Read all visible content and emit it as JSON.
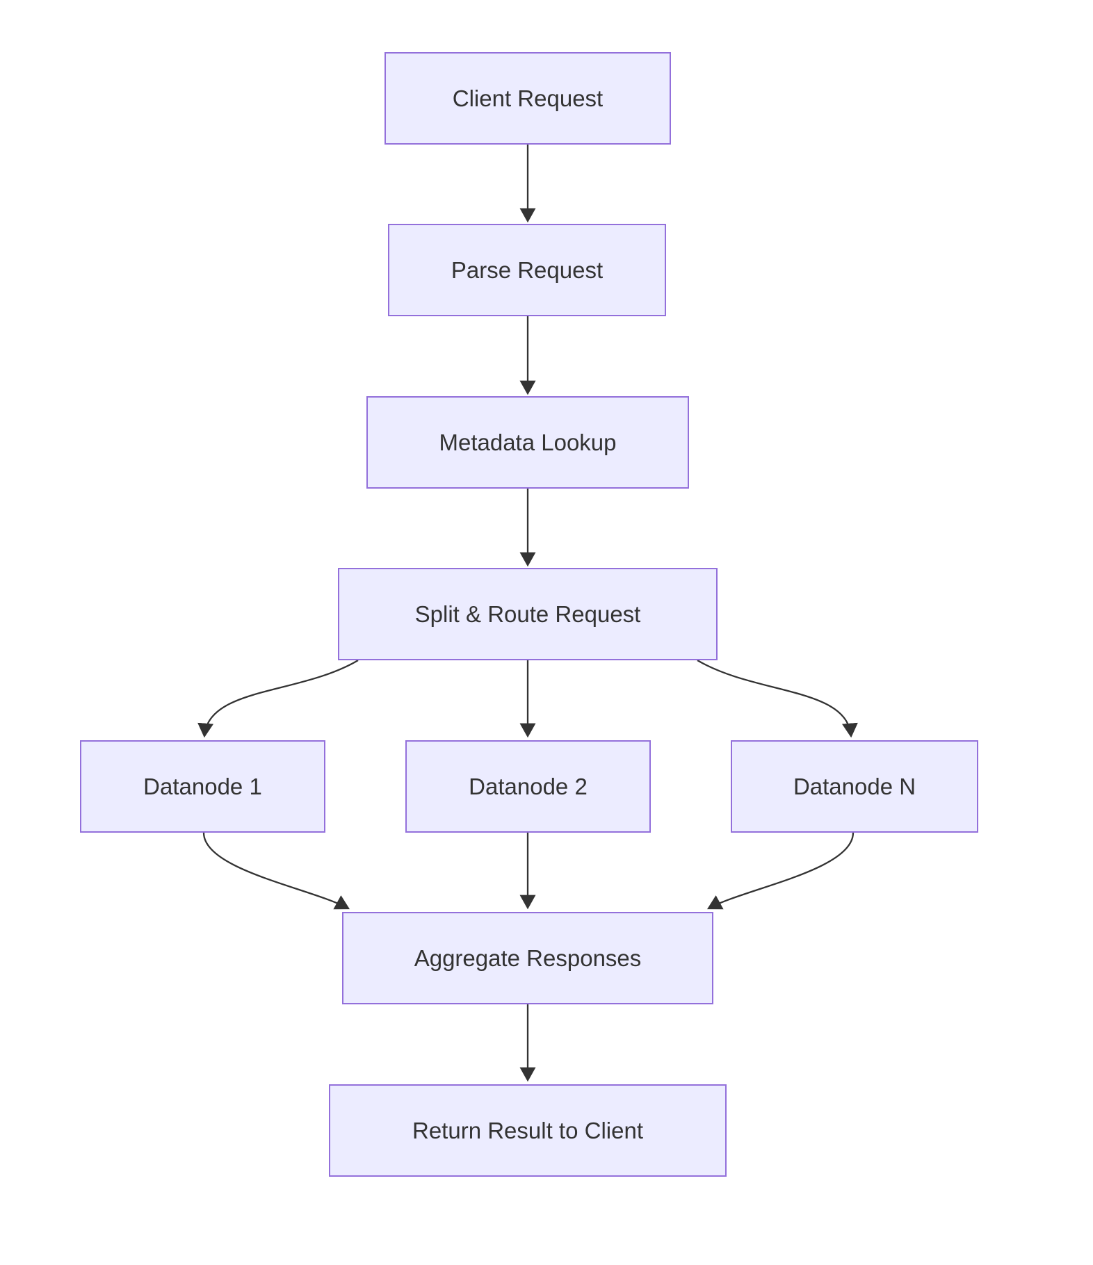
{
  "diagram": {
    "type": "flowchart",
    "direction": "top-down",
    "nodes": [
      {
        "id": "client_request",
        "label": "Client Request"
      },
      {
        "id": "parse_request",
        "label": "Parse Request"
      },
      {
        "id": "metadata_lookup",
        "label": "Metadata Lookup"
      },
      {
        "id": "split_route",
        "label": "Split & Route Request"
      },
      {
        "id": "datanode_1",
        "label": "Datanode 1"
      },
      {
        "id": "datanode_2",
        "label": "Datanode 2"
      },
      {
        "id": "datanode_n",
        "label": "Datanode N"
      },
      {
        "id": "aggregate",
        "label": "Aggregate Responses"
      },
      {
        "id": "return_result",
        "label": "Return Result to Client"
      }
    ],
    "edges": [
      {
        "from": "client_request",
        "to": "parse_request"
      },
      {
        "from": "parse_request",
        "to": "metadata_lookup"
      },
      {
        "from": "metadata_lookup",
        "to": "split_route"
      },
      {
        "from": "split_route",
        "to": "datanode_1"
      },
      {
        "from": "split_route",
        "to": "datanode_2"
      },
      {
        "from": "split_route",
        "to": "datanode_n"
      },
      {
        "from": "datanode_1",
        "to": "aggregate"
      },
      {
        "from": "datanode_2",
        "to": "aggregate"
      },
      {
        "from": "datanode_n",
        "to": "aggregate"
      },
      {
        "from": "aggregate",
        "to": "return_result"
      }
    ],
    "colors": {
      "node_fill": "#ECECFF",
      "node_border": "#9370DB",
      "node_text": "#333333",
      "edge": "#333333",
      "background": "#FFFFFF"
    }
  }
}
